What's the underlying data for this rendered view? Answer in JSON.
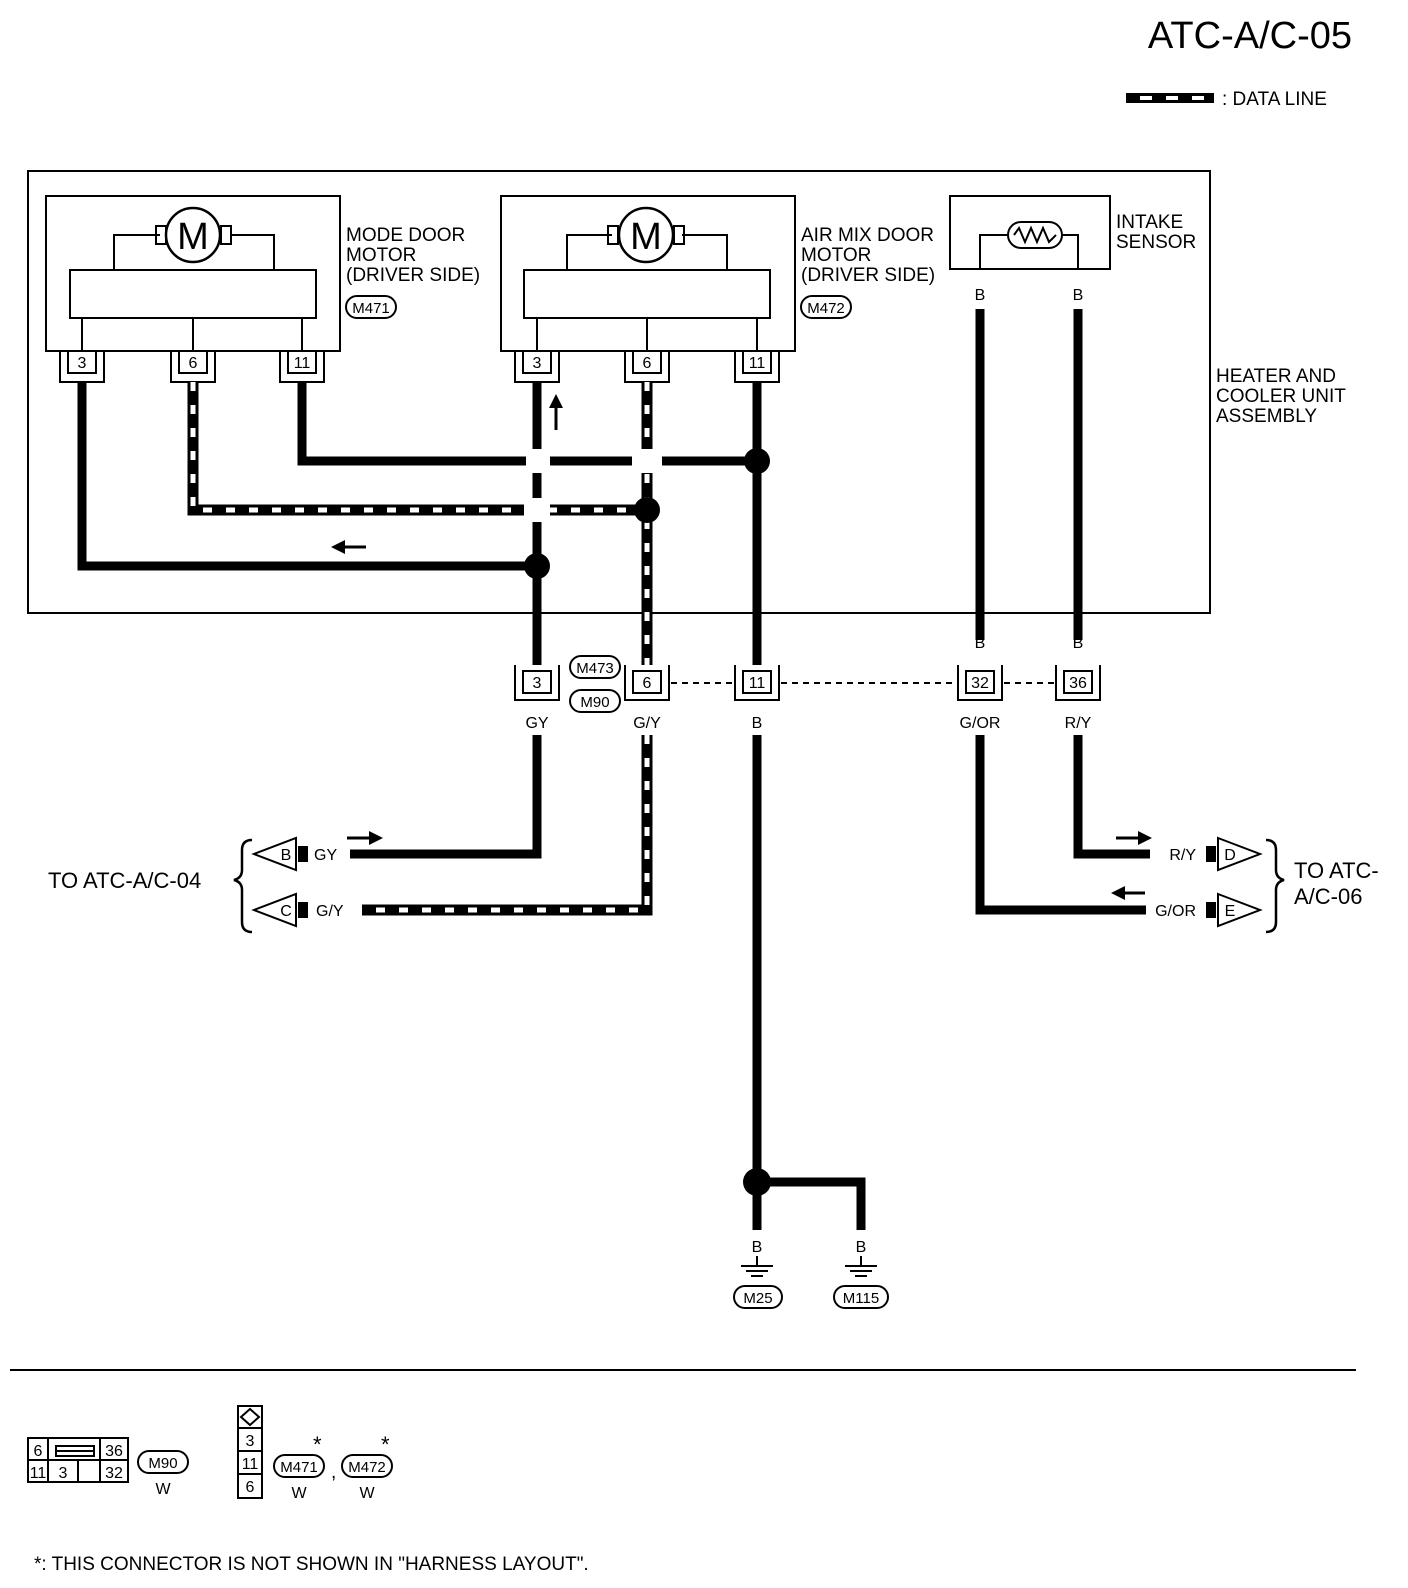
{
  "page_title": "ATC-A/C-05",
  "legend": {
    "data_line_label": ": DATA LINE"
  },
  "assembly_label": [
    "HEATER AND",
    "COOLER UNIT",
    "ASSEMBLY"
  ],
  "mode_door_motor": {
    "symbol": "M",
    "label": [
      "MODE DOOR",
      "MOTOR",
      "(DRIVER SIDE)"
    ],
    "connector": "M471",
    "pins": [
      "3",
      "6",
      "11"
    ]
  },
  "air_mix_door_motor": {
    "symbol": "M",
    "label": [
      "AIR MIX DOOR",
      "MOTOR",
      "(DRIVER SIDE)"
    ],
    "connector": "M472",
    "pins": [
      "3",
      "6",
      "11"
    ]
  },
  "intake_sensor": {
    "label": [
      "INTAKE",
      "SENSOR"
    ],
    "wire_colors": [
      "B",
      "B"
    ]
  },
  "joint_connector": {
    "ids": [
      "M473",
      "M90"
    ],
    "pins": [
      "3",
      "6",
      "11",
      "32",
      "36"
    ],
    "top_colors": [
      "B",
      "B"
    ],
    "bottom_colors": [
      "GY",
      "G/Y",
      "B",
      "G/OR",
      "R/Y"
    ]
  },
  "left_destination": {
    "label": "TO ATC-A/C-04",
    "terminals": [
      {
        "letter": "B",
        "color": "GY"
      },
      {
        "letter": "C",
        "color": "G/Y"
      }
    ]
  },
  "right_destination": {
    "label": [
      "TO ATC-",
      "A/C-06"
    ],
    "terminals": [
      {
        "letter": "D",
        "color": "R/Y"
      },
      {
        "letter": "E",
        "color": "G/OR"
      }
    ]
  },
  "grounds": [
    {
      "id": "M25",
      "color": "B"
    },
    {
      "id": "M115",
      "color": "B"
    }
  ],
  "connector_views": {
    "m90": {
      "pins_top": [
        "6",
        "36"
      ],
      "pins_bottom": [
        "11",
        "3",
        "32"
      ],
      "id": "M90",
      "color": "W"
    },
    "m471_m472": {
      "pins": [
        "3",
        "11",
        "6"
      ],
      "ids": [
        "M471",
        "M472"
      ],
      "star": "*",
      "separator": ",",
      "colors": [
        "W",
        "W"
      ]
    }
  },
  "footnote": "*: THIS CONNECTOR IS NOT SHOWN IN \"HARNESS LAYOUT\"."
}
